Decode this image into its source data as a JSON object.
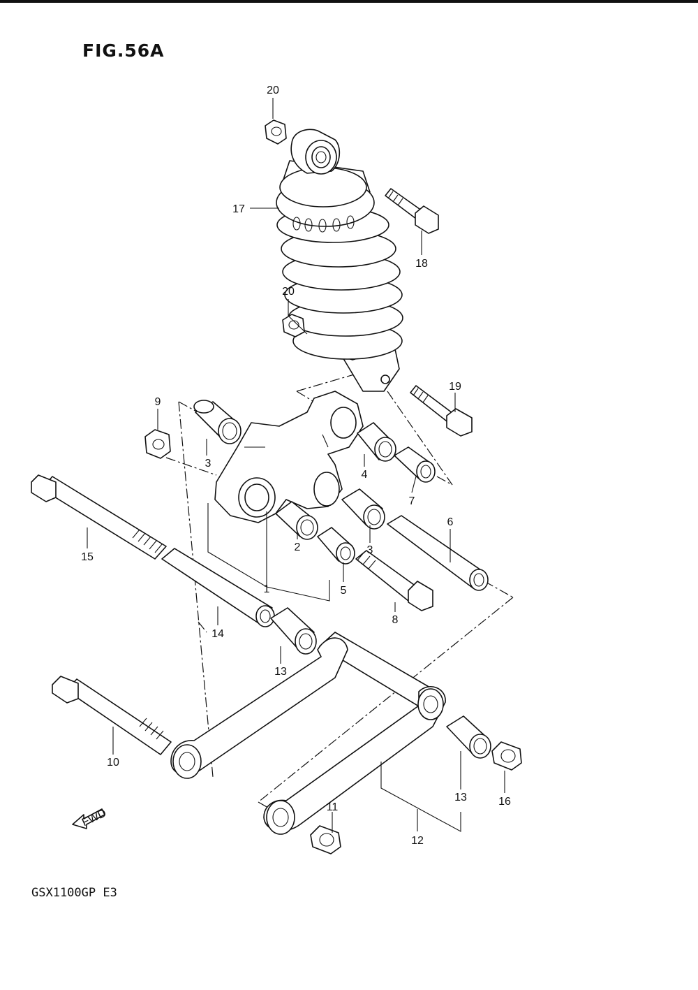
{
  "figure": {
    "title": "FIG.56A",
    "model_code": "GSX1100GP  E3",
    "fwd_label": "FWD"
  },
  "callouts": {
    "c1": "1",
    "c2": "2",
    "c3a": "3",
    "c3b": "3",
    "c4": "4",
    "c5": "5",
    "c6": "6",
    "c7": "7",
    "c8": "8",
    "c9": "9",
    "c10": "10",
    "c11": "11",
    "c12": "12",
    "c13a": "13",
    "c13b": "13",
    "c14": "14",
    "c15": "15",
    "c16": "16",
    "c17": "17",
    "c18": "18",
    "c19": "19",
    "c20a": "20",
    "c20b": "20"
  }
}
